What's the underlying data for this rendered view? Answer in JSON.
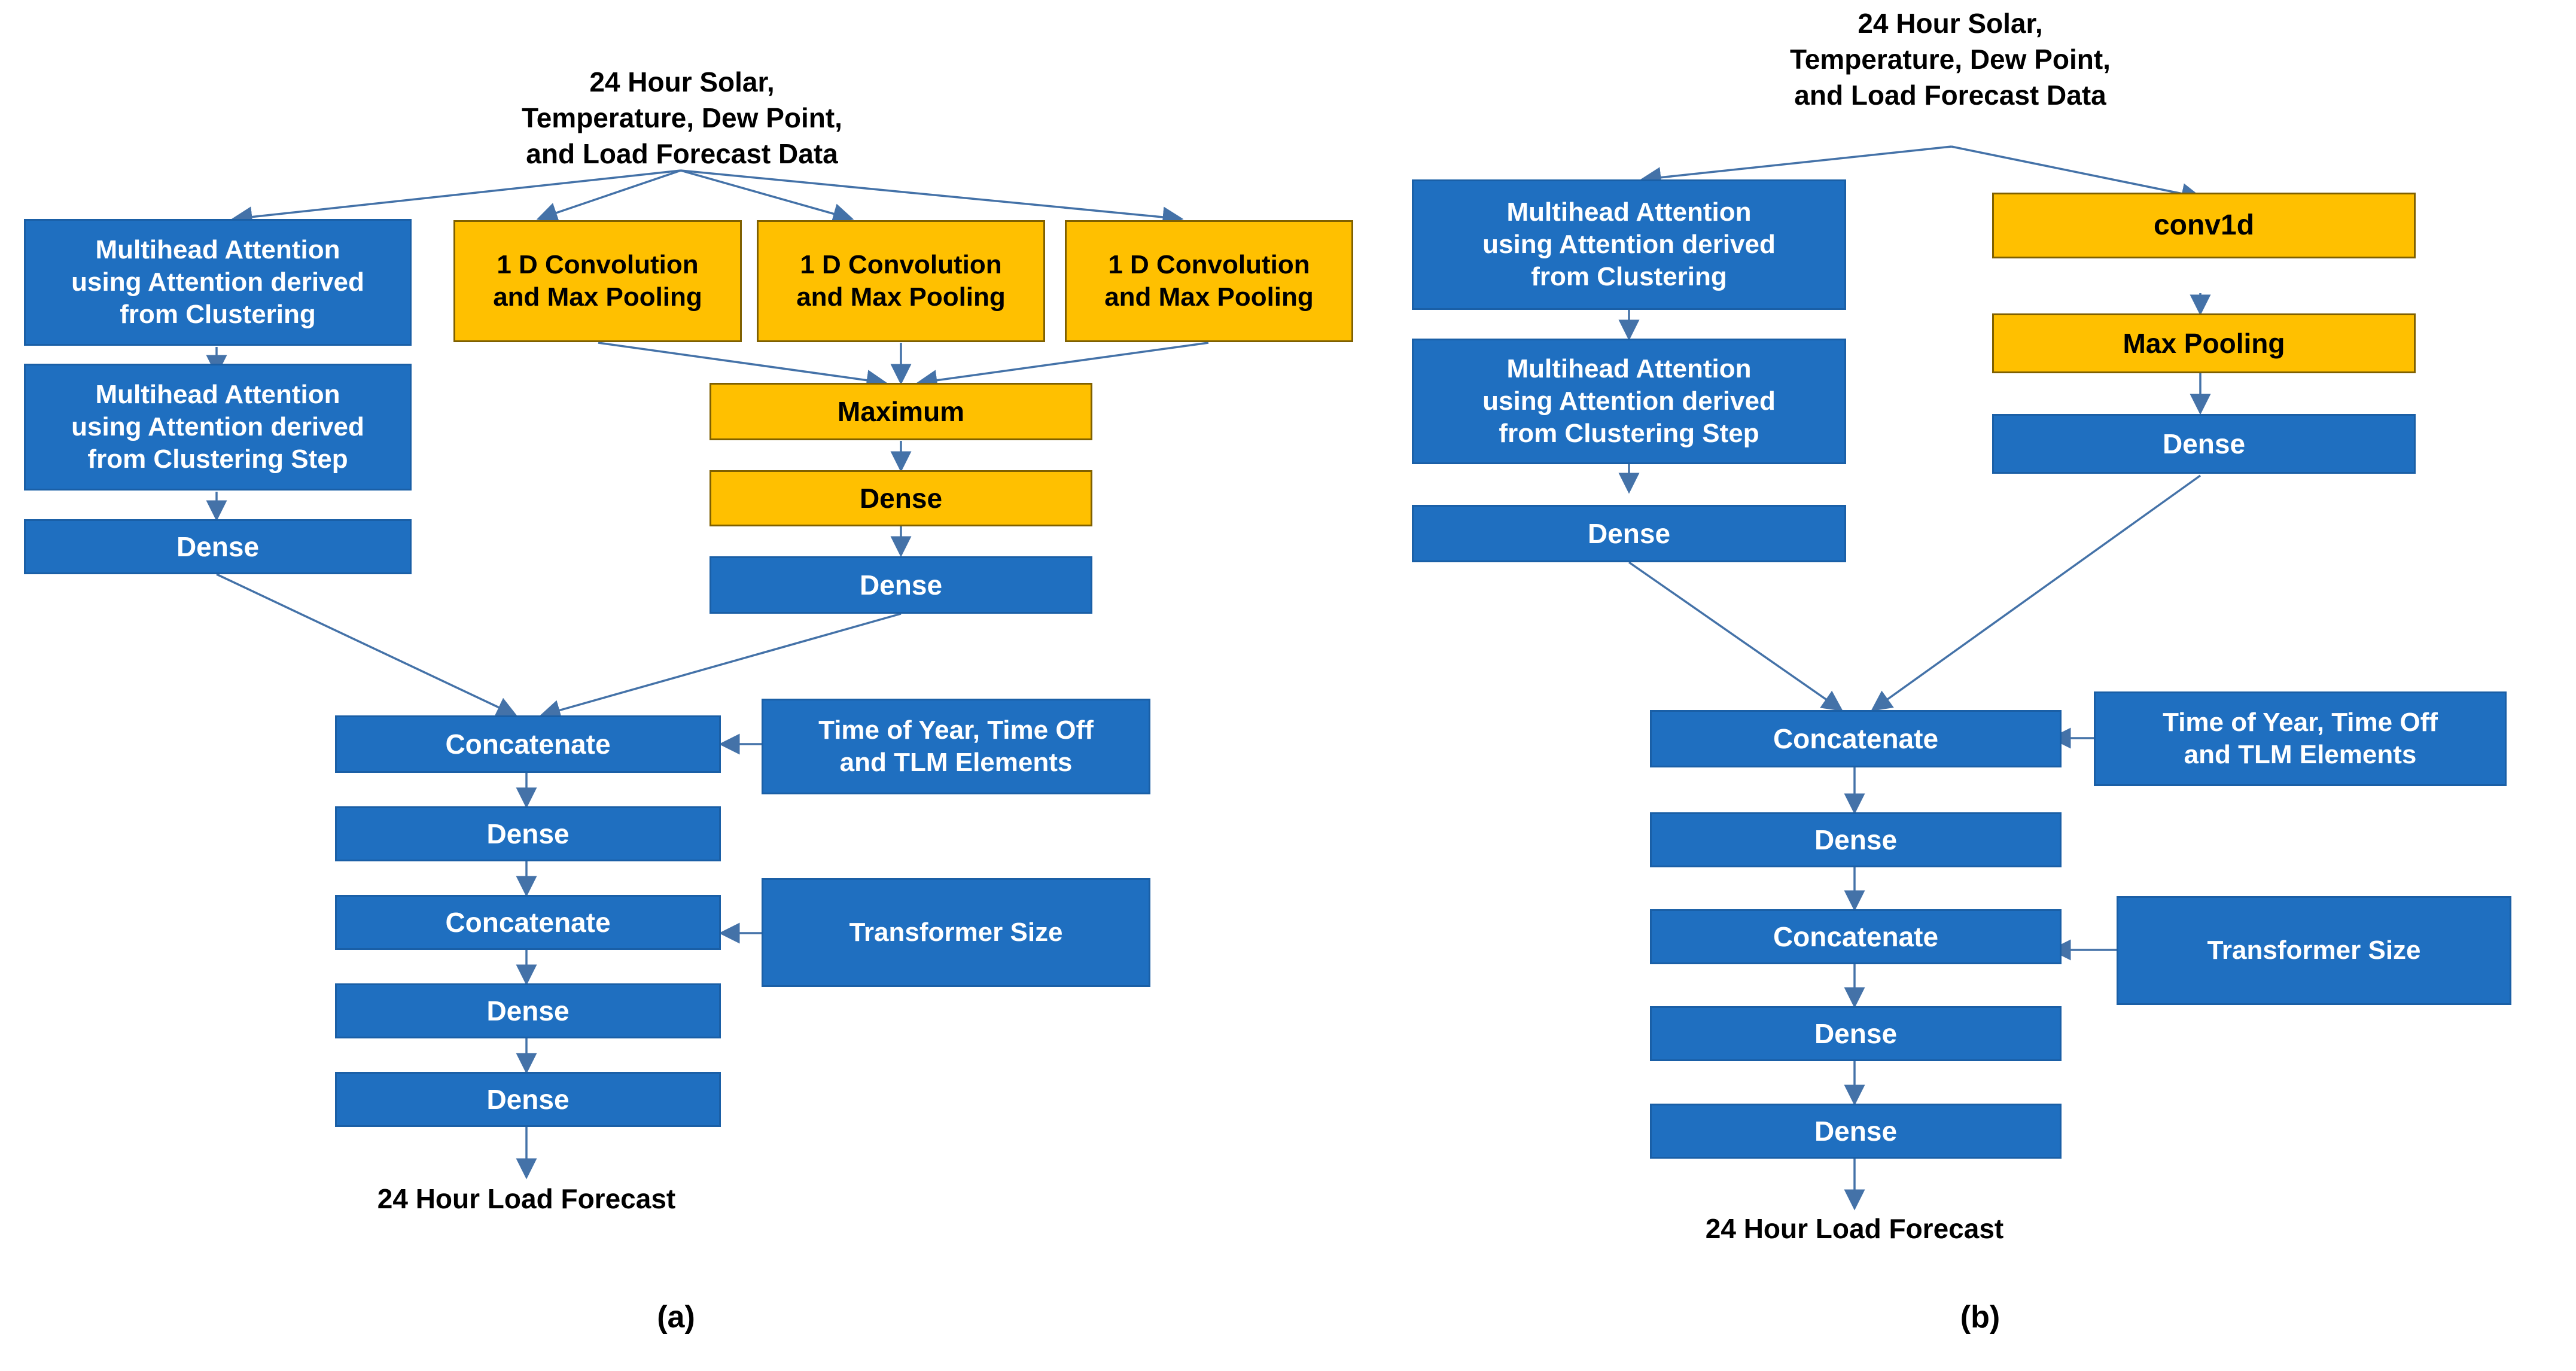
{
  "figure": {
    "title": "Two neural network load forecasting architectures",
    "colors": {
      "blue_fill": "#1F6FC0",
      "blue_border": "#1A5FA6",
      "yellow_fill": "#FFC000",
      "yellow_border": "#7F6000",
      "arrow": "#4472A8",
      "text_on_blue": "#FFFFFF",
      "text_on_yellow": "#000000",
      "background": "#FFFFFF"
    }
  },
  "panel_a": {
    "caption": "(a)",
    "input_label": "24 Hour Solar,\nTemperature, Dew Point,\nand Load Forecast Data",
    "output_label": "24 Hour Load Forecast",
    "nodes": {
      "mha1": "Multihead Attention\nusing Attention derived\nfrom Clustering",
      "mha2": "Multihead Attention\nusing Attention derived\nfrom Clustering Step",
      "dense_left": "Dense",
      "conv1": "1 D Convolution\nand Max Pooling",
      "conv2": "1 D Convolution\nand Max Pooling",
      "conv3": "1 D Convolution\nand Max Pooling",
      "maximum": "Maximum",
      "dense_mid_yellow": "Dense",
      "dense_mid_blue": "Dense",
      "concat1": "Concatenate",
      "time_elements": "Time of Year, Time Off\nand TLM Elements",
      "dense_a": "Dense",
      "concat2": "Concatenate",
      "transformer_size": "Transformer Size",
      "dense_b": "Dense",
      "dense_c": "Dense"
    }
  },
  "panel_b": {
    "caption": "(b)",
    "input_label": "24 Hour Solar,\nTemperature, Dew Point,\nand Load Forecast Data",
    "output_label": "24 Hour Load Forecast",
    "nodes": {
      "mha1": "Multihead Attention\nusing Attention derived\nfrom Clustering",
      "mha2": "Multihead Attention\nusing Attention derived\nfrom Clustering Step",
      "dense_left": "Dense",
      "conv1d": "conv1d",
      "max_pooling": "Max Pooling",
      "dense_right": "Dense",
      "concat1": "Concatenate",
      "time_elements": "Time of Year, Time Off\nand TLM Elements",
      "dense_a": "Dense",
      "concat2": "Concatenate",
      "transformer_size": "Transformer Size",
      "dense_b": "Dense",
      "dense_c": "Dense"
    }
  }
}
